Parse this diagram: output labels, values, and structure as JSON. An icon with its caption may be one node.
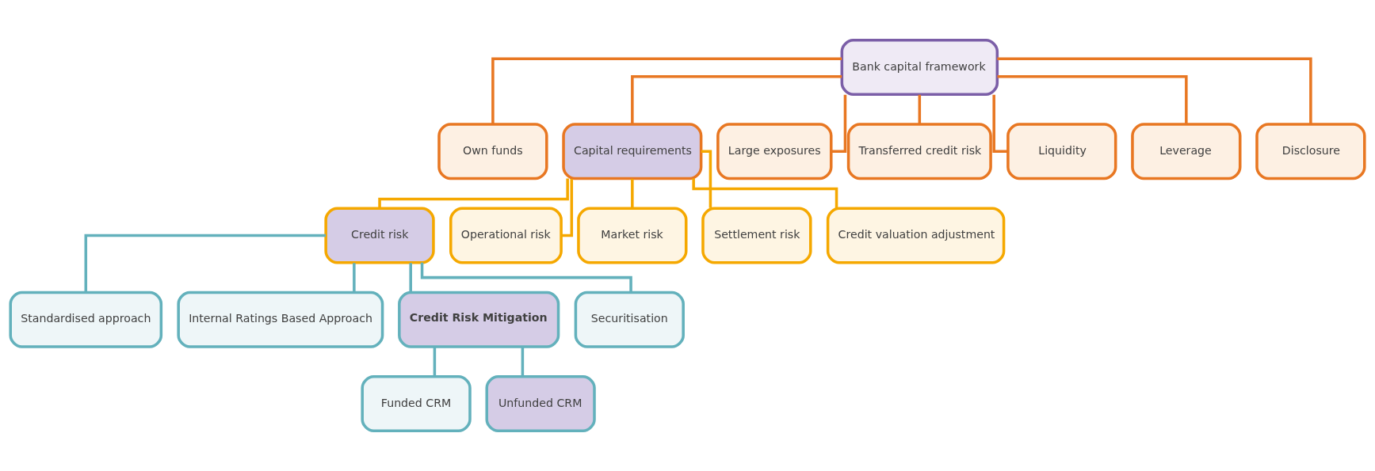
{
  "diagram": {
    "nodes": [
      {
        "text": [
          "Bank capital framework"
        ]
      },
      {
        "text": [
          "Own funds"
        ]
      },
      {
        "text": [
          "Capital requirements"
        ]
      },
      {
        "text": [
          "Large exposures"
        ]
      },
      {
        "text": [
          "Transferred credit risk"
        ]
      },
      {
        "text": [
          "Liquidity"
        ]
      },
      {
        "text": [
          "Leverage"
        ]
      },
      {
        "text": [
          "Disclosure"
        ]
      },
      {
        "text": [
          "Credit risk"
        ]
      },
      {
        "text": [
          "Operational risk"
        ]
      },
      {
        "text": [
          "Market risk"
        ]
      },
      {
        "text": [
          "Settlement risk"
        ]
      },
      {
        "text": [
          "Credit valuation adjustment"
        ]
      },
      {
        "text": [
          "Standardised approach"
        ]
      },
      {
        "text": [
          "Internal Ratings Based Approach"
        ]
      },
      {
        "text": [
          "Credit Risk Mitigation"
        ]
      },
      {
        "text": [
          "Securitisation"
        ]
      },
      {
        "text": [
          "Funded CRM"
        ]
      },
      {
        "text": [
          "Unfunded CRM"
        ]
      }
    ],
    "edges": [
      {
        "from": 0,
        "to": 1,
        "arrow": "none"
      },
      {
        "from": 0,
        "to": 2,
        "arrow": "none"
      },
      {
        "from": 0,
        "to": 3,
        "arrow": "none"
      },
      {
        "from": 0,
        "to": 4,
        "arrow": "none"
      },
      {
        "from": 0,
        "to": 5,
        "arrow": "none"
      },
      {
        "from": 0,
        "to": 6,
        "arrow": "none"
      },
      {
        "from": 0,
        "to": 7,
        "arrow": "none"
      },
      {
        "from": 2,
        "to": 8,
        "arrow": "none",
        "color": "#f5a800"
      },
      {
        "from": 2,
        "to": 9,
        "arrow": "none",
        "color": "#f5a800"
      },
      {
        "from": 2,
        "to": 10,
        "arrow": "none",
        "color": "#f5a800"
      },
      {
        "from": 2,
        "to": 11,
        "arrow": "none",
        "color": "#f5a800"
      },
      {
        "from": 2,
        "to": 12,
        "arrow": "none",
        "color": "#f5a800"
      },
      {
        "from": 8,
        "to": 13,
        "arrow": "none",
        "color": "#63b1bc"
      },
      {
        "from": 8,
        "to": 14,
        "arrow": "none",
        "color": "#63b1bc"
      },
      {
        "from": 8,
        "to": 15,
        "arrow": "none",
        "color": "#63b1bc"
      },
      {
        "from": 8,
        "to": 16,
        "arrow": "none",
        "color": "#63b1bc"
      },
      {
        "from": 15,
        "to": 17,
        "arrow": "none",
        "color": "#63b1bc"
      },
      {
        "from": 15,
        "to": 18,
        "arrow": "none",
        "color": "#63b1bc"
      }
    ]
  }
}
